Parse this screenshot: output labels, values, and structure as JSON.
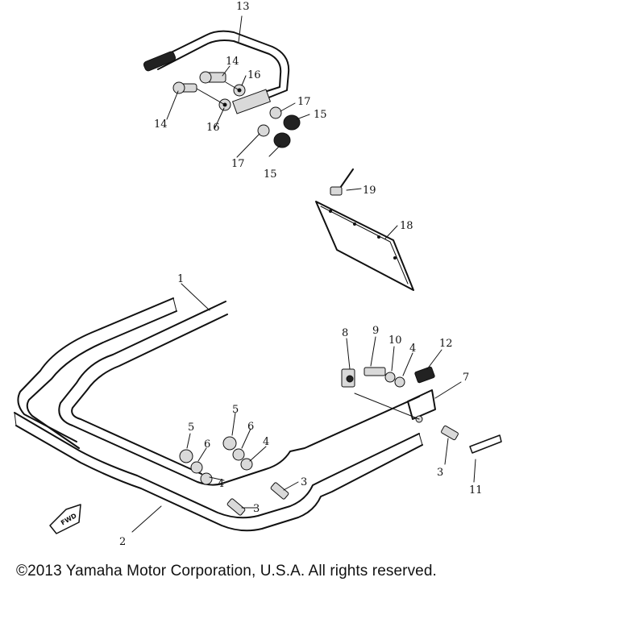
{
  "copyright": "©2013 Yamaha Motor Corporation, U.S.A. All rights reserved.",
  "fwd_mark": "FWD",
  "callouts": [
    "13",
    "14",
    "16",
    "14",
    "16",
    "17",
    "15",
    "17",
    "15",
    "19",
    "18",
    "1",
    "8",
    "9",
    "10",
    "4",
    "12",
    "7",
    "5",
    "6",
    "5",
    "6",
    "4",
    "4",
    "3",
    "3",
    "3",
    "11",
    "2"
  ]
}
